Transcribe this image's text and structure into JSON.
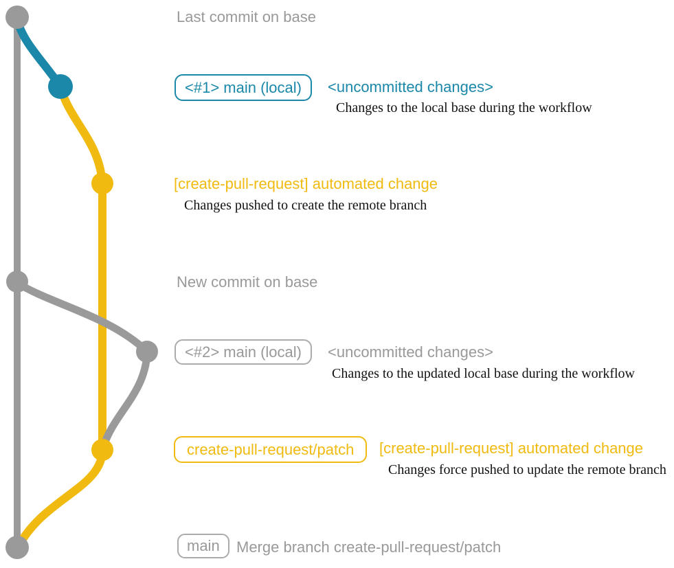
{
  "colors": {
    "gray": "#999999",
    "blue": "#1b87a9",
    "yellow": "#f0ba10",
    "description_text": "#111111"
  },
  "timeline": {
    "top_note": "Last commit on base",
    "middle_note": "New commit on base"
  },
  "rows": [
    {
      "badge": "<#1> main (local)",
      "title": "<uncommitted changes>",
      "description": "Changes to the local base during the workflow"
    },
    {
      "title": "[create-pull-request] automated change",
      "description": "Changes pushed to create the remote branch"
    },
    {
      "badge": "<#2> main (local)",
      "title": "<uncommitted changes>",
      "description": "Changes to the updated local base during the workflow"
    },
    {
      "badge": "create-pull-request/patch",
      "title": "[create-pull-request] automated change",
      "description": "Changes force pushed to update the remote branch"
    },
    {
      "badge": "main",
      "title": "Merge branch create-pull-request/patch"
    }
  ]
}
